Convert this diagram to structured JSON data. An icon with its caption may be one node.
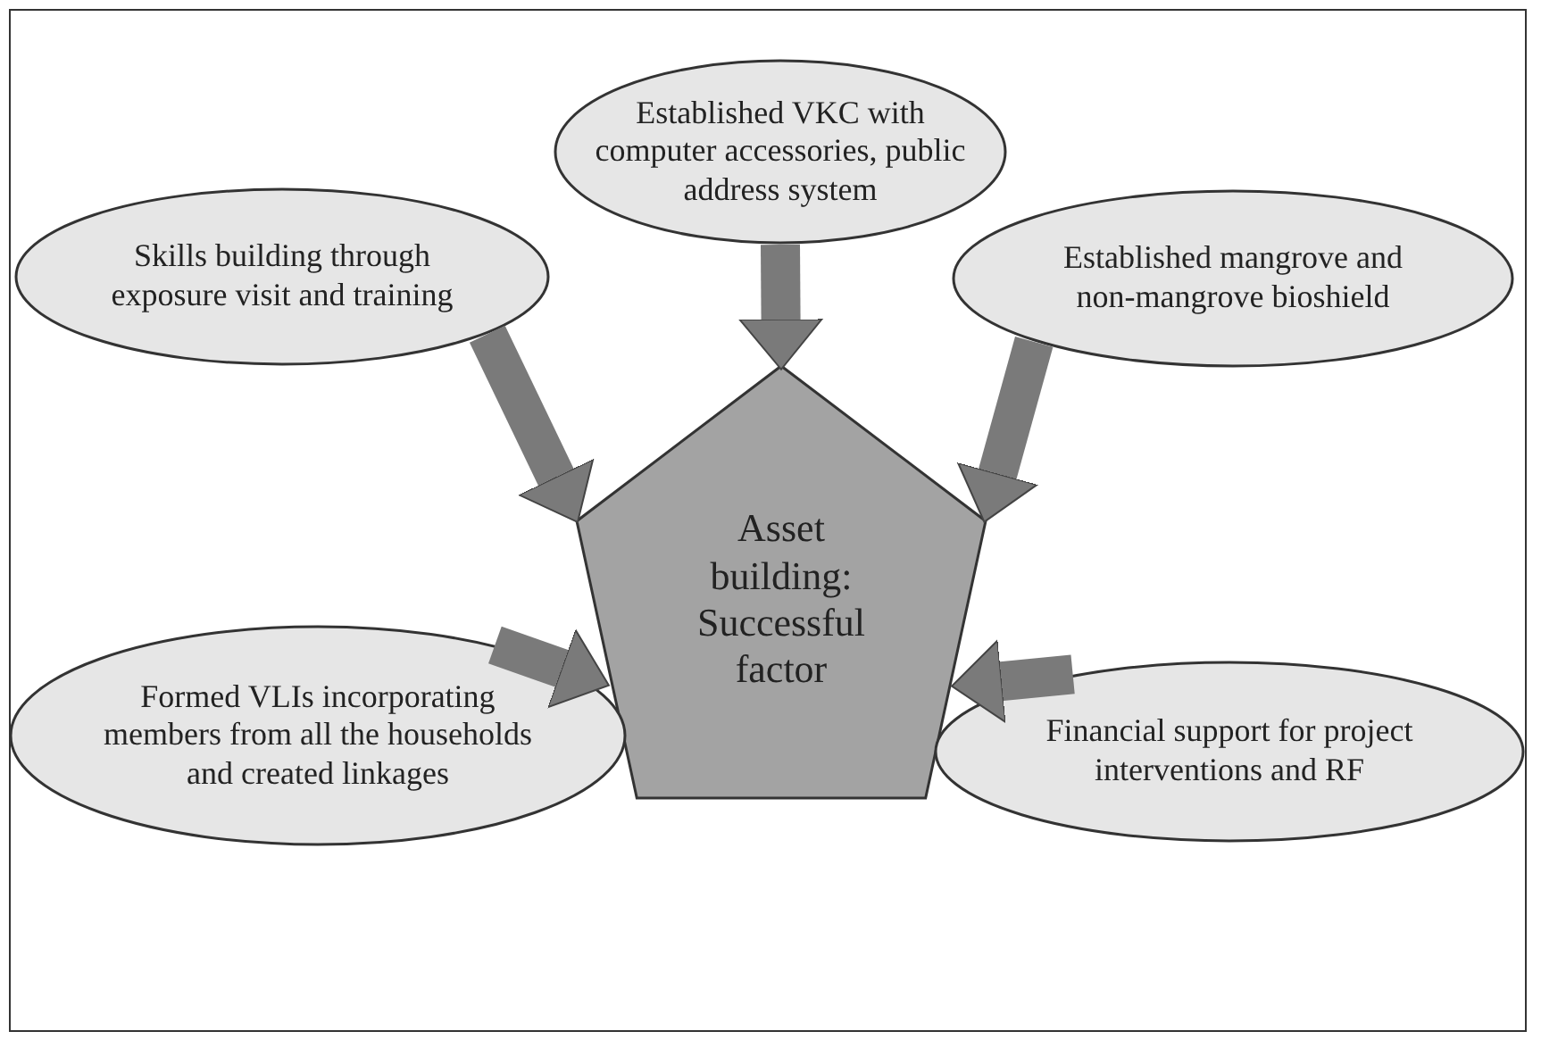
{
  "diagram": {
    "nodes": [
      {
        "text": [
          "Established VKC with computer accessories, public address system"
        ]
      },
      {
        "text": [
          "Skills building through exposure visit and training"
        ]
      },
      {
        "text": [
          "Established mangrove and non-mangrove bioshield"
        ]
      },
      {
        "text": [
          "Asset building: Successful factor"
        ]
      },
      {
        "text": [
          "Formed VLIs incorporating members from all the households and created linkages"
        ]
      },
      {
        "text": [
          "Financial support for project interventions and RF"
        ]
      }
    ],
    "edges": [
      {
        "from": 0,
        "to": 3,
        "arrow": "to"
      },
      {
        "from": 1,
        "to": 3,
        "arrow": "to"
      },
      {
        "from": 2,
        "to": 3,
        "arrow": "to"
      },
      {
        "from": 4,
        "to": 3,
        "arrow": "to"
      },
      {
        "from": 5,
        "to": 3,
        "arrow": "to"
      }
    ]
  }
}
